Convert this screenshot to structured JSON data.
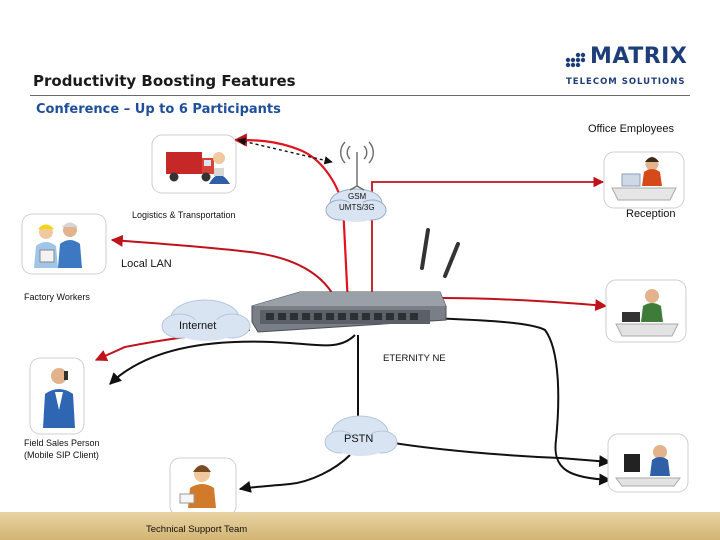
{
  "slide": {
    "title": "Productivity Boosting Features",
    "subtitle": "Conference – Up to 6 Participants"
  },
  "logo": {
    "word": "MATRIX",
    "tagline": "TELECOM SOLUTIONS"
  },
  "labels": {
    "office_employees": "Office Employees",
    "reception": "Reception",
    "logistics": "Logistics & Transportation",
    "gsm_line1": "GSM",
    "gsm_line2": "UMTS/3G",
    "local_lan": "Local LAN",
    "factory_workers": "Factory Workers",
    "internet": "Internet",
    "device": "ETERNITY NE",
    "pstn": "PSTN",
    "field_sales_line1": "Field Sales Person",
    "field_sales_line2": "(Mobile SIP Client)",
    "technical_support": "Technical Support Team"
  },
  "colors": {
    "brand": "#1e3e79",
    "subtitle": "#1f4e9a",
    "gsm_link": "#e0141e",
    "lan_link": "#c0121c",
    "pstn_link": "#111111",
    "cloud_fill": "#d9e4f2"
  },
  "icons": [
    "truck-icon",
    "antenna-icon",
    "factory-workers-icon",
    "field-sales-icon",
    "technical-support-icon",
    "reception-icon",
    "office-employee-icon"
  ]
}
